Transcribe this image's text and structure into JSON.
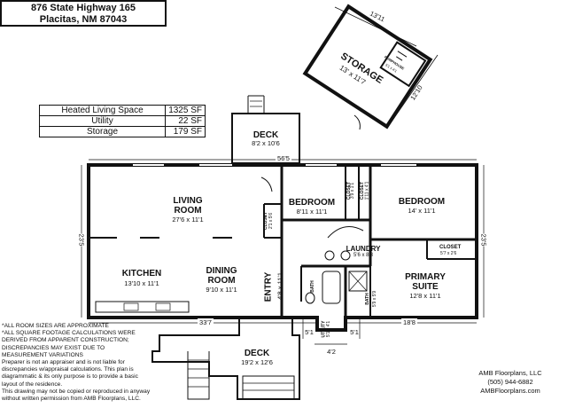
{
  "address": {
    "line1": "876 State Highway 165",
    "line2": "Placitas, NM 87043"
  },
  "areas": [
    {
      "name": "Heated Living Space",
      "value": "1325 SF"
    },
    {
      "name": "Utility",
      "value": "22 SF"
    },
    {
      "name": "Storage",
      "value": "179 SF"
    }
  ],
  "rooms": {
    "living": {
      "name1": "LIVING",
      "name2": "ROOM",
      "size": "27'6 x 11'1"
    },
    "dining": {
      "name1": "DINING",
      "name2": "ROOM",
      "size": "9'10 x 11'1"
    },
    "kitchen": {
      "name": "KITCHEN",
      "size": "13'10 x 11'1"
    },
    "bedroom1": {
      "name": "BEDROOM",
      "size": "8'11 x 11'1"
    },
    "bedroom2": {
      "name": "BEDROOM",
      "size": "14' x 11'1"
    },
    "primary": {
      "name1": "PRIMARY",
      "name2": "SUITE",
      "size": "12'8 x 11'1"
    },
    "laundry": {
      "name": "LAUNDRY",
      "size": "5'6 x 8'3"
    },
    "entry": {
      "name": "ENTRY",
      "size": "4'8 x 11'1"
    },
    "closet_right": {
      "name": "CLOSET",
      "size": "5'7 x 2'6"
    },
    "closet_living": {
      "name": "CLOSET",
      "size": "2'1 x 5'6"
    },
    "closet_a": {
      "name": "CLOSET",
      "size": "3'9 x 1'1"
    },
    "closet_b": {
      "name": "CLOSET",
      "size": "1'11 x 4'1"
    },
    "bath1": {
      "name": "BATH"
    },
    "bath2": {
      "name": "BATH",
      "size": "5'9 x 5'9"
    },
    "utility": {
      "name": "UTILITY",
      "size": "5'1 x 4'1"
    },
    "deck_top": {
      "name": "DECK",
      "size": "8'2 x 10'6"
    },
    "deck_bottom": {
      "name": "DECK",
      "size": "19'2 x 12'6"
    },
    "storage": {
      "name": "STORAGE",
      "size": "13' x 11'7"
    },
    "pumphouse": {
      "name": "PUMPHOUSE",
      "size": "5'1 x 4'1"
    }
  },
  "dimensions": {
    "top": "56'5",
    "left": "23'5",
    "right": "23'5",
    "bottom_left": "33'7",
    "bottom_right": "18'8",
    "notch": "4'2",
    "notch_l": "5'1",
    "notch_r": "5'1",
    "storage_top": "13'11",
    "storage_right": "12'10"
  },
  "notes": [
    "*ALL ROOM SIZES ARE APPROXIMATE",
    "*ALL SQUARE FOOTAGE CALCULATIONS WERE DERIVED FROM APPARENT CONSTRUCTION; DISCREPANCIES MAY EXIST DUE TO MEASUREMENT VARIATIONS",
    "Preparer is not an appraiser and is not liable for discrepancies w/appraisal calculations. This plan is diagrammatic & its only purpose is to provide a basic layout of the residence.",
    "This drawing may not be copied or reproduced in anyway without written permission from AMB Floorplans, LLC."
  ],
  "brand": {
    "name": "AMB Floorplans, LLC",
    "phone": "(505) 944-6882",
    "site": "AMBFloorplans.com"
  }
}
